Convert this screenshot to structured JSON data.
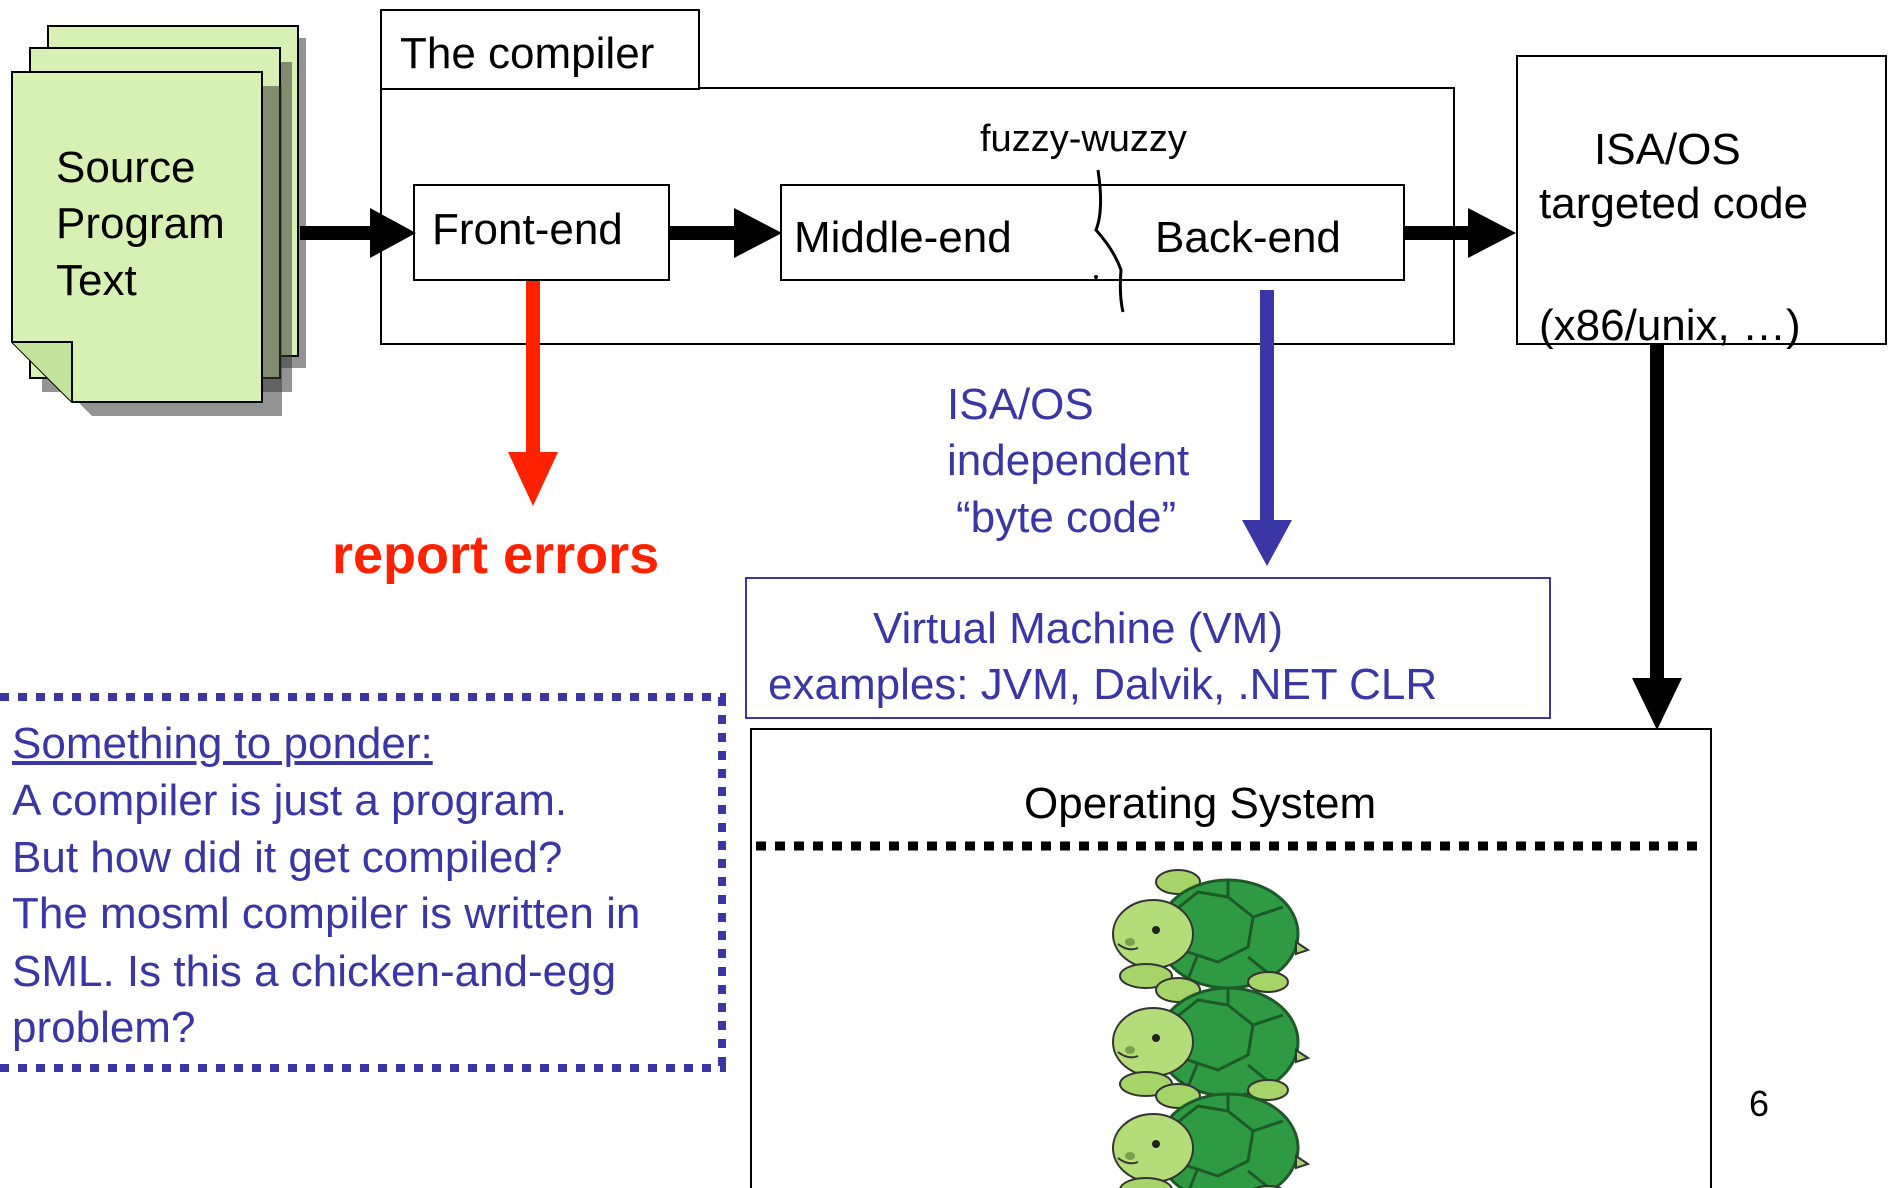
{
  "source": {
    "lines": [
      "Source",
      "Program",
      "Text"
    ]
  },
  "compiler": {
    "title": "The compiler",
    "front_end": "Front-end",
    "middle_end": "Middle-end",
    "back_end": "Back-end",
    "fuzzy_label": "fuzzy-wuzzy"
  },
  "targeted": {
    "line1": "ISA/OS",
    "line2": "targeted code",
    "line3": "(x86/unix, …)"
  },
  "errors": {
    "label": "report errors",
    "color": "#ff2200"
  },
  "bytecode": {
    "lines": [
      "ISA/OS",
      "independent",
      "“byte code”"
    ],
    "color": "#3a36a6"
  },
  "vm": {
    "line1": "Virtual Machine (VM)",
    "line2": "examples: JVM, Dalvik, .NET CLR"
  },
  "os": {
    "label": "Operating System"
  },
  "ponder": {
    "heading": "Something to ponder:",
    "lines": [
      "A compiler is just a program.",
      "But how did it get compiled?",
      "The mosml compiler is written in",
      "SML. Is this a chicken-and-egg",
      "problem?"
    ]
  },
  "page_number": "6"
}
